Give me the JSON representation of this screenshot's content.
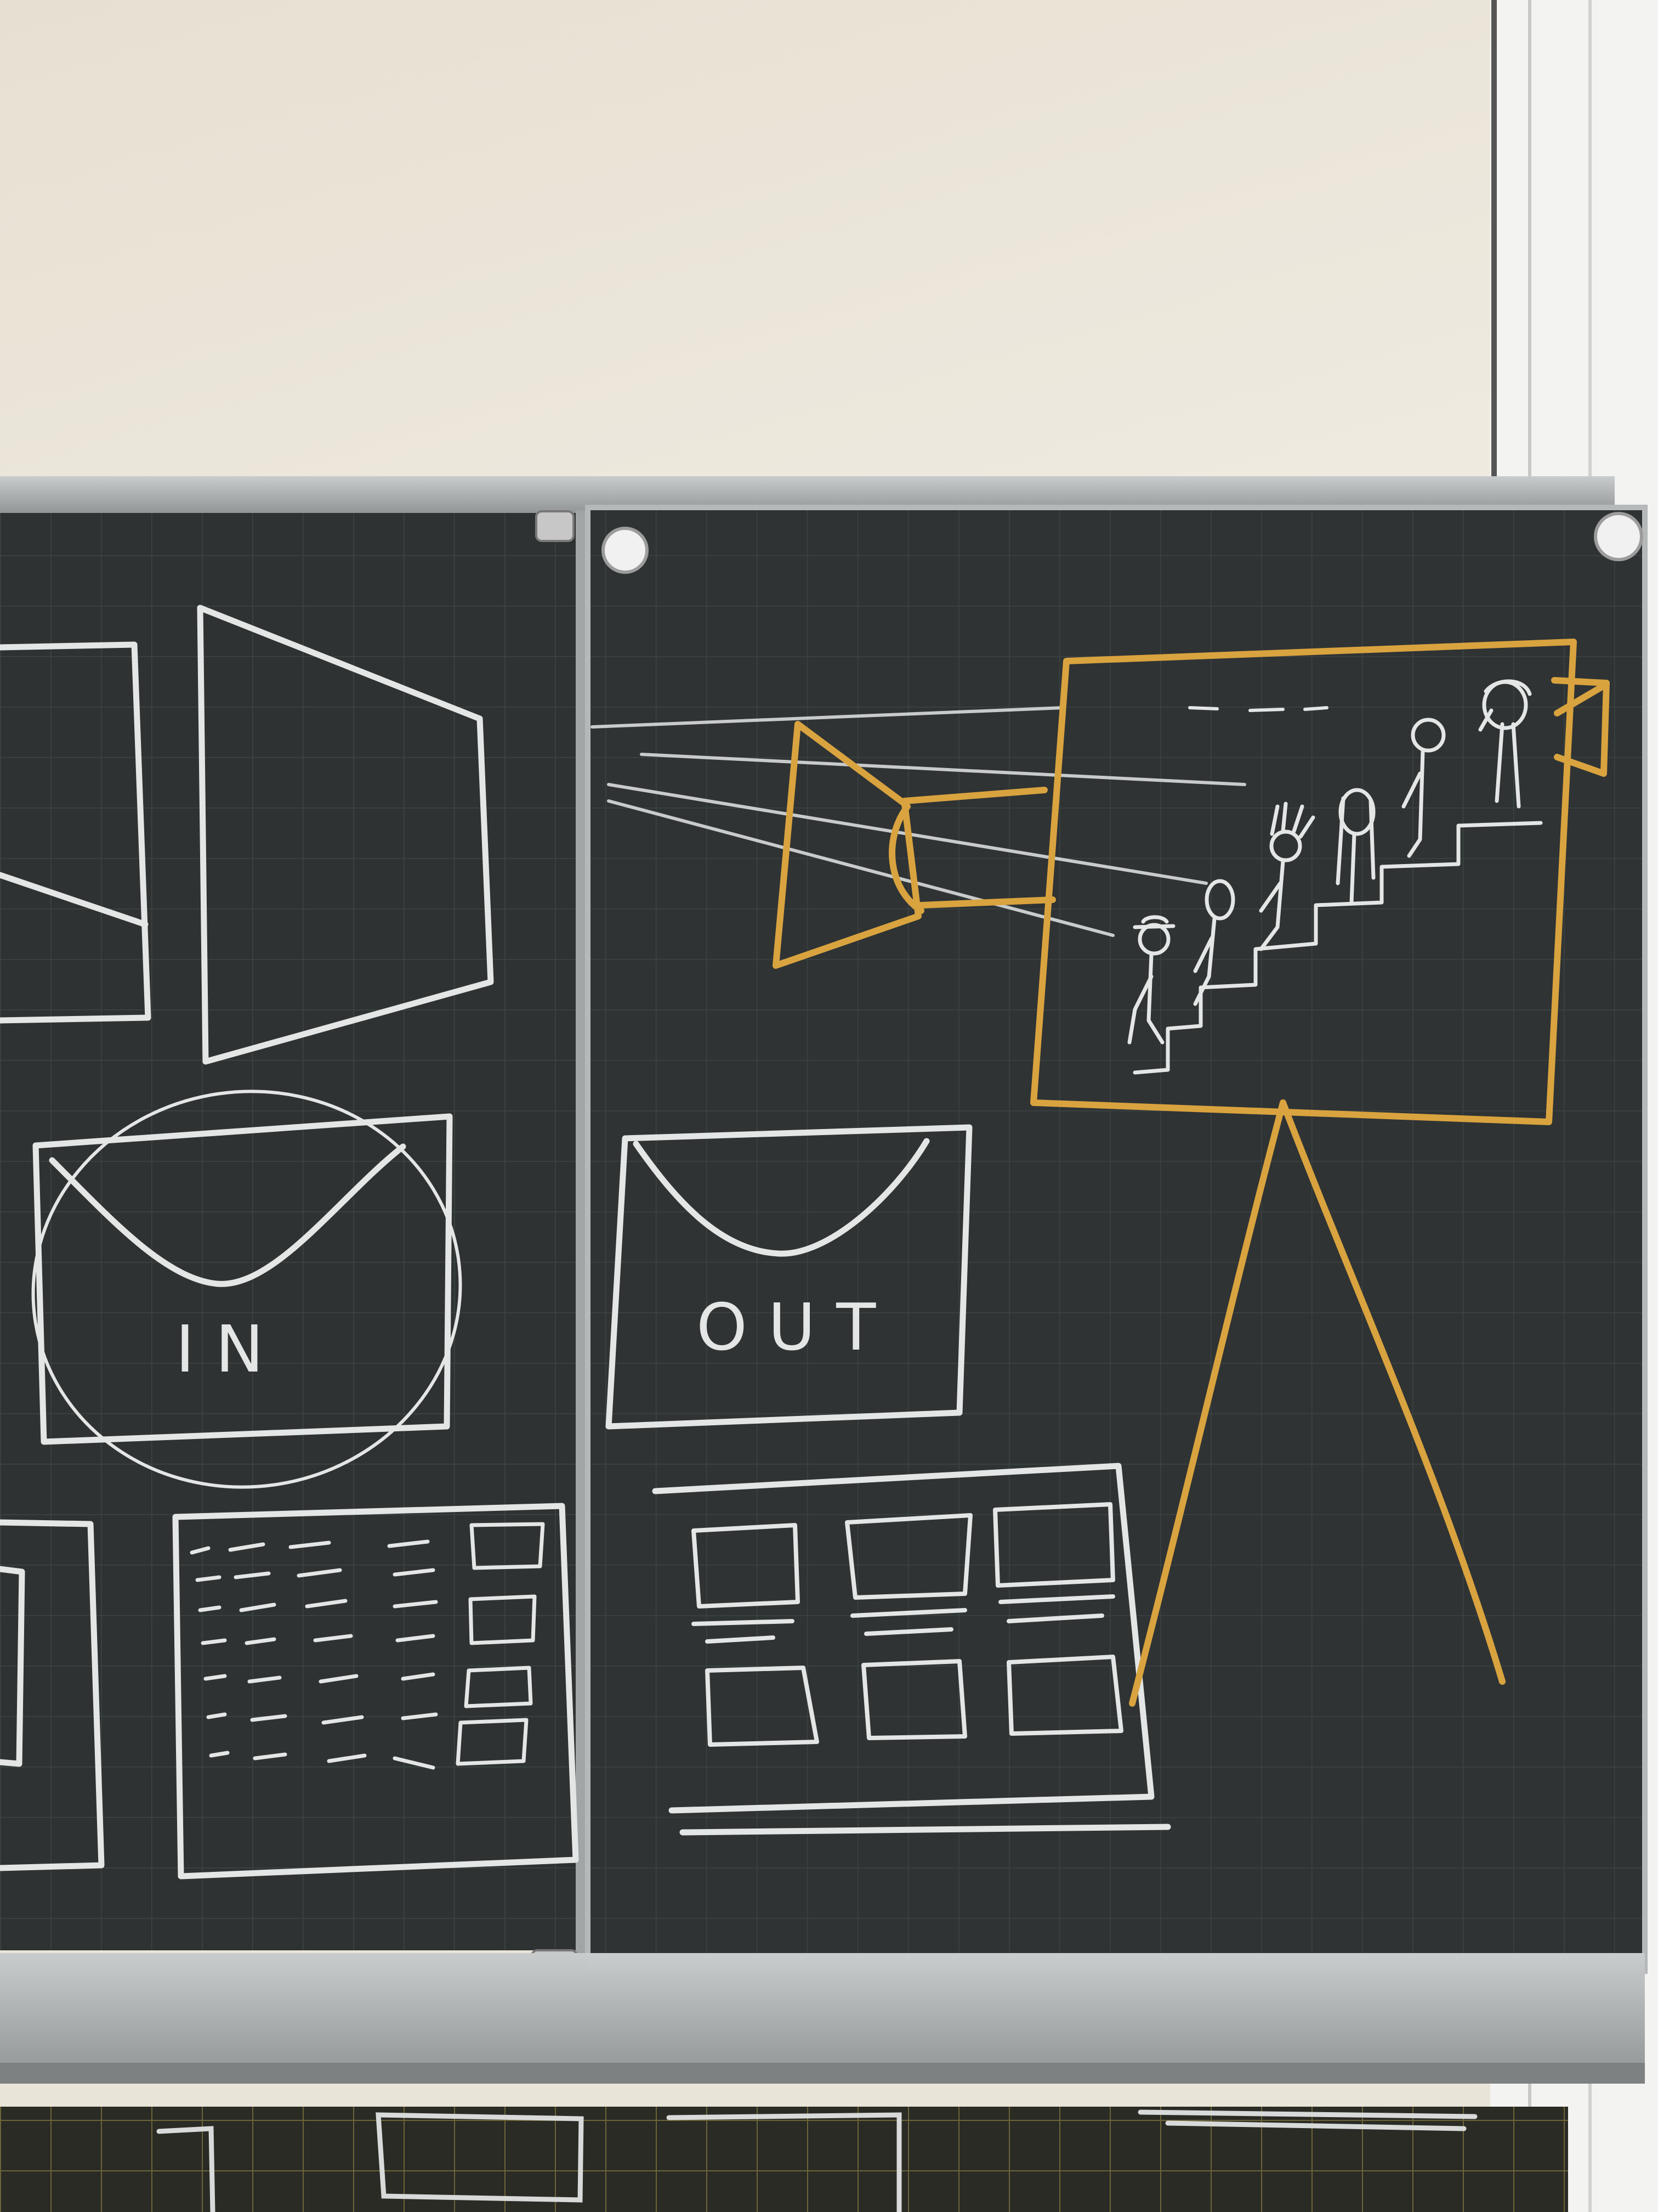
{
  "photo": {
    "subject": "chalkboard",
    "colors": {
      "wall": "#ebe6da",
      "board": "#2a2e2e",
      "grid": "#3a4141",
      "chalk_white": "#e4e6e6",
      "chalk_yellow": "#d9a23c",
      "metal": "#b9bcbc"
    }
  },
  "board_text": {
    "left_envelope_label": "IN",
    "right_envelope_label": "OUT"
  }
}
